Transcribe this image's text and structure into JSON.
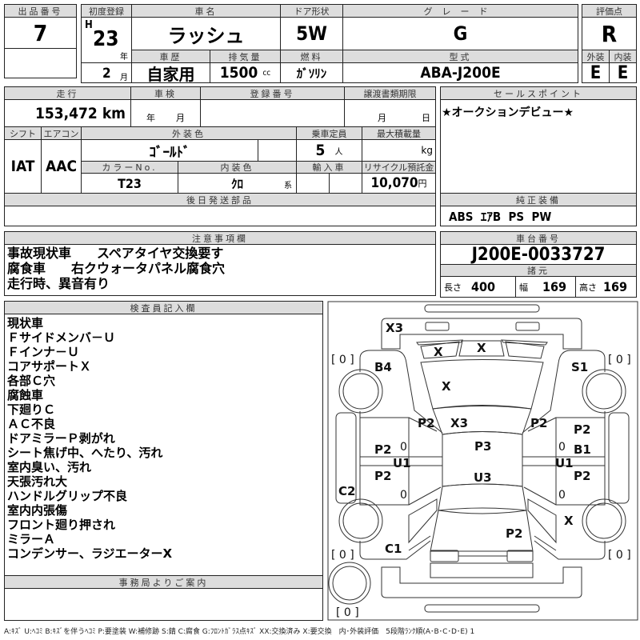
{
  "header": {
    "lot_label": "出品番号",
    "lot": "7",
    "first_reg_label": "初度登録",
    "era": "H",
    "year": "23",
    "year_unit": "年",
    "month": "2",
    "month_unit": "月",
    "name_label": "車名",
    "name": "ラッシュ",
    "door_label": "ドア形状",
    "door": "5W",
    "grade_label": "グレード",
    "grade": "G",
    "history_label": "車歴",
    "history": "自家用",
    "displacement_label": "排気量",
    "displacement": "1500",
    "displacement_unit": "cc",
    "fuel_label": "燃料",
    "fuel": "ｶﾞｿﾘﾝ",
    "model_label": "型式",
    "model": "ABA-J200E",
    "score_label": "評価点",
    "score": "R",
    "ext_label": "外装",
    "ext": "E",
    "int_label": "内装",
    "int": "E"
  },
  "details": {
    "mileage_label": "走行",
    "mileage": "153,472",
    "mileage_unit": "km",
    "inspection_label": "車検",
    "inspection_year_unit": "年",
    "inspection_month_unit": "月",
    "reg_no_label": "登録番号",
    "transfer_label": "譲渡書類期限",
    "transfer_month_unit": "月",
    "transfer_day_unit": "日",
    "shift_label": "シフト",
    "shift": "IAT",
    "ac_label": "エアコン",
    "ac": "AAC",
    "ext_color_label": "外装色",
    "ext_color": "ｺﾞｰﾙﾄﾞ",
    "capacity_label": "乗車定員",
    "capacity": "5",
    "capacity_unit": "人",
    "max_load_label": "最大積載量",
    "max_load_unit": "kg",
    "color_no_label": "カラーNo.",
    "color_no": "T23",
    "int_color_label": "内装色",
    "int_color": "ｸﾛ",
    "int_color_unit": "系",
    "import_label": "輸入車",
    "recycle_label": "リサイクル預託金",
    "recycle": "10,070",
    "recycle_unit": "円",
    "later_parts_label": "後日発送部品"
  },
  "sales": {
    "label": "セールスポイント",
    "text": "★オークションデビュー★",
    "equip_label": "純正装備",
    "equip": "ABS  ｴｱB  PS  PW"
  },
  "notes": {
    "label": "注意事項欄",
    "lines": [
      "事故現状車　　スペアタイヤ交換要す",
      "腐食車　　右クウォータパネル腐食穴",
      "走行時、異音有り"
    ]
  },
  "chassis": {
    "label": "車台番号",
    "number": "J200E-0033727",
    "spec_label": "諸元",
    "length_label": "長さ",
    "length": "400",
    "width_label": "幅",
    "width": "169",
    "height_label": "高さ",
    "height": "169"
  },
  "inspector": {
    "label": "検査員記入欄",
    "lines": [
      "現状車",
      "Ｆサイドメンバ－Ｕ",
      "Ｆインナ－Ｕ",
      "コアサポートＸ",
      "各部Ｃ穴",
      "腐蝕車",
      "下廻りＣ",
      "ＡＣ不良",
      "ドアミラーＰ剥がれ",
      "シート焦げ中、へたり、汚れ",
      "室内臭い、汚れ",
      "天張汚れ大",
      "ハンドルグリップ不良",
      "室内内張傷",
      "フロント廻り押され",
      "ミラーＡ",
      "コンデンサー、ラジエーターX"
    ],
    "office_label": "事務局よりご案内"
  },
  "diagram": {
    "marks": {
      "front_bumper": "X3",
      "grille_left": "X",
      "grille_center": "X",
      "left_front_fender": "B4",
      "right_front_fender": "S1",
      "hood": "X",
      "left_pillar": "P2",
      "cowl": "X3",
      "right_pillar": "P2",
      "right_front_door_a": "P2",
      "roof": "P3",
      "right_front_door_b": "B1",
      "left_front_door": "P2",
      "left_sill": "U1",
      "right_sill": "U1",
      "left_rear_door": "P2",
      "roof_rear": "U3",
      "right_rear_door": "P2",
      "left_skirt": "C2",
      "right_rear_fender": "X",
      "trunk": "P2",
      "left_rear_fender": "C1"
    },
    "tire_fl": "[ 0 ]",
    "tire_fr": "[ 0 ]",
    "tire_rl": "[ 0 ]",
    "tire_rr": "[ 0 ]",
    "spare": "[ 0 ]",
    "door_small": "0"
  },
  "legend": "A:ｷｽﾞ U:ﾍｺﾐ B:ｷｽﾞを伴うﾍｺﾐ P:要塗装 W:補修跡 S:錆 C:腐食 G:ﾌﾛﾝﾄｶﾞﾗｽ点ｷｽﾞ XX:交換済み X:要交換　内･外装評価　5段階ﾗﾝｸ順(A･B･C･D･E) 1"
}
